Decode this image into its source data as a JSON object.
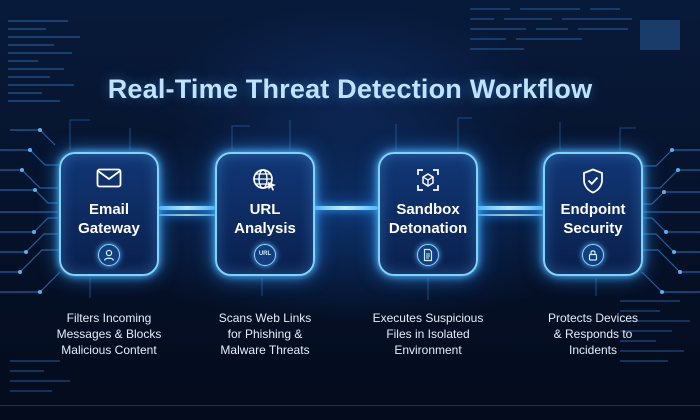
{
  "title": "Real-Time Threat Detection Workflow",
  "colors": {
    "background": "#050d1f",
    "accent": "#7fd3ff",
    "title": "#bfe3ff",
    "text": "#e4eefc"
  },
  "steps": [
    {
      "title_lines": [
        "Email",
        "Gateway"
      ],
      "icon": "envelope-icon",
      "badge_icon": "user-mail-icon",
      "description_lines": [
        "Filters Incoming",
        "Messages & Blocks",
        "Malicious Content"
      ]
    },
    {
      "title_lines": [
        "URL",
        "Analysis"
      ],
      "icon": "globe-cursor-icon",
      "badge_icon": "url-icon",
      "badge_text": "URL",
      "description_lines": [
        "Scans Web Links",
        "for Phishing &",
        "Malware Threats"
      ]
    },
    {
      "title_lines": [
        "Sandbox",
        "Detonation"
      ],
      "icon": "cube-in-frame-icon",
      "badge_icon": "document-icon",
      "description_lines": [
        "Executes Suspicious",
        "Files in Isolated",
        "Environment"
      ]
    },
    {
      "title_lines": [
        "Endpoint",
        "Security"
      ],
      "icon": "shield-check-icon",
      "badge_icon": "lock-icon",
      "description_lines": [
        "Protects Devices",
        "& Responds to",
        "Incidents"
      ]
    }
  ]
}
